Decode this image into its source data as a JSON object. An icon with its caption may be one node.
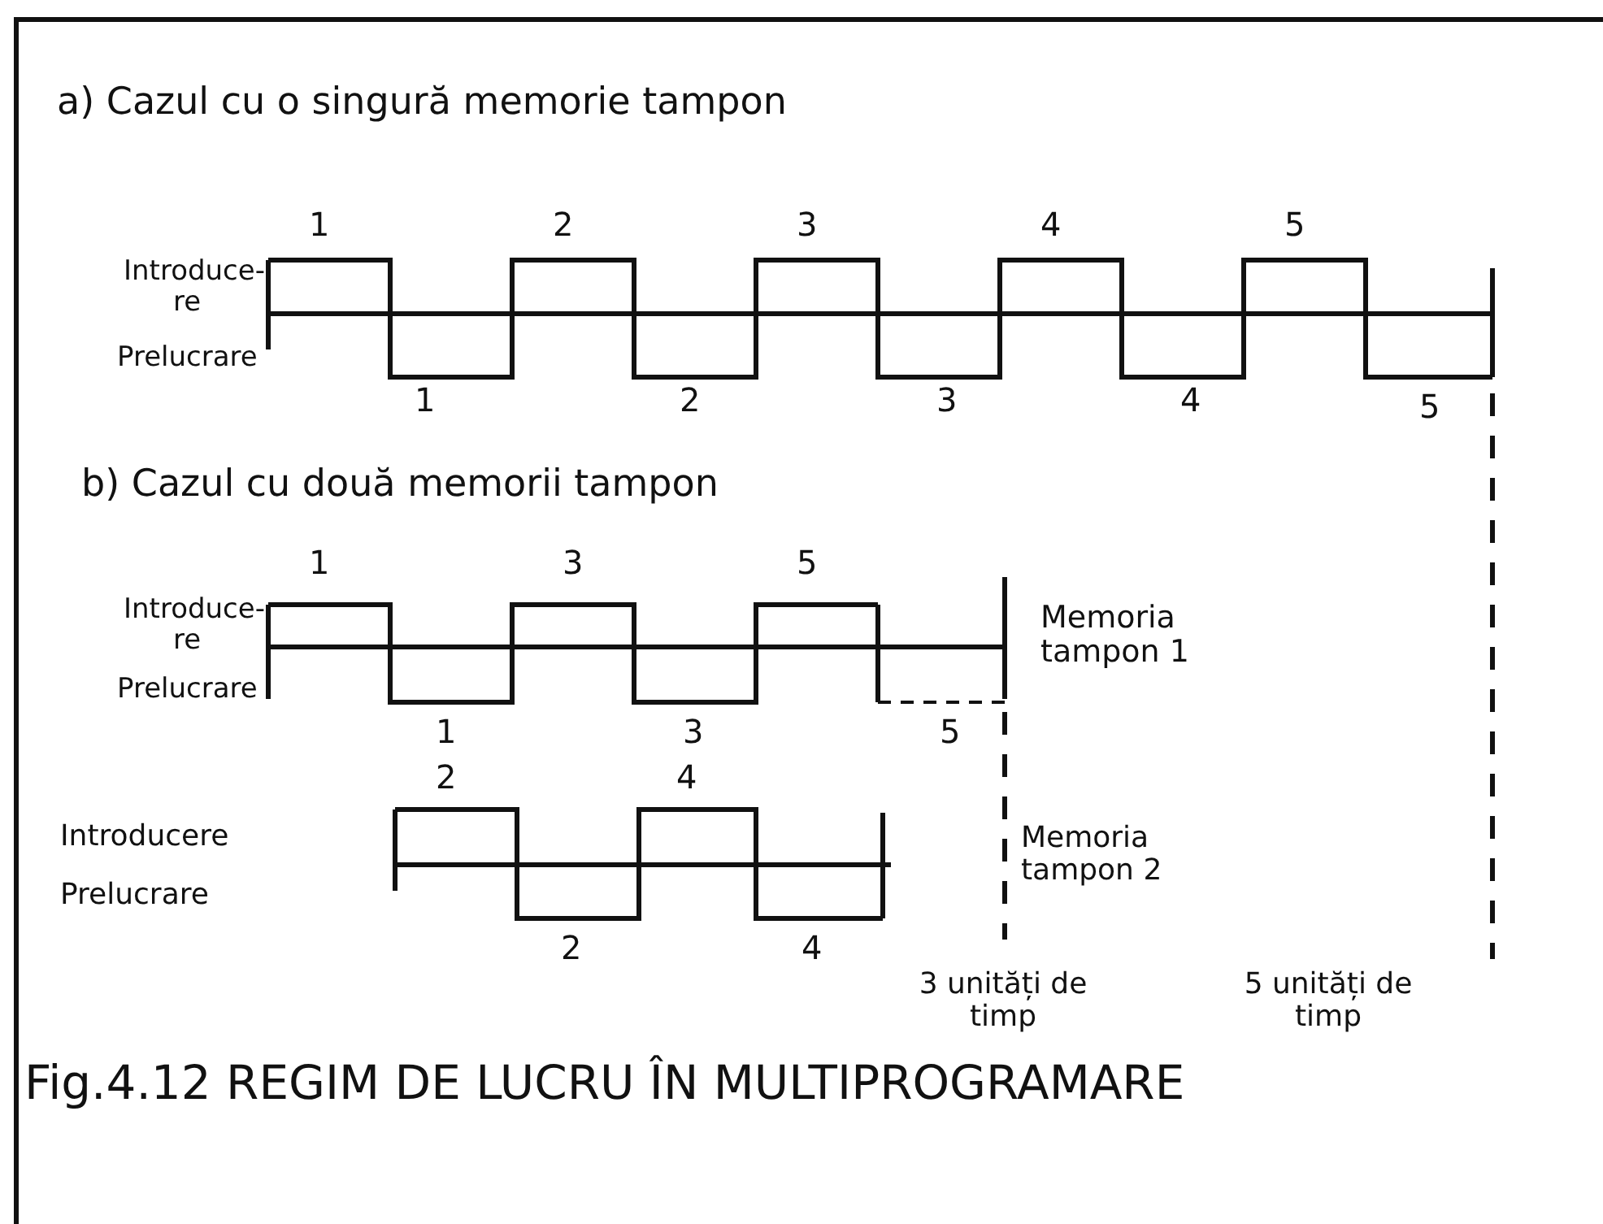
{
  "diagram": {
    "caption": "Fig.4.12 REGIM DE LUCRU ÎN MULTIPROGRAMARE",
    "labels": [
      "a) Cazul cu o singură memorie tampon",
      "1",
      "2",
      "3",
      "4",
      "5",
      "Introduce- re",
      "Prelucrare",
      "1",
      "2",
      "3",
      "4",
      "5",
      "b) Cazul cu două memorii tampon",
      "1",
      "3",
      "5",
      "Introduce- re",
      "Memoria tampon 1",
      "Prelucrare",
      "1",
      "3",
      "5",
      "2",
      "4",
      "Introducere",
      "Memoria tampon 2",
      "Prelucrare",
      "2",
      "4",
      "3 unități de timp",
      "5 unități de timp"
    ]
  }
}
